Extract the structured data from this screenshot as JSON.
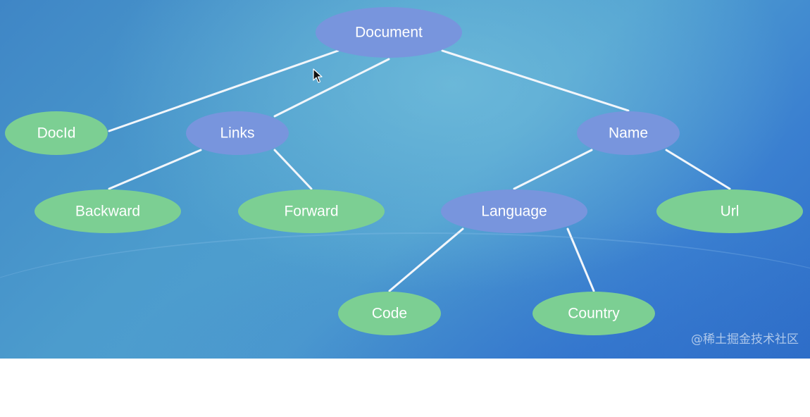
{
  "diagram": {
    "nodes": [
      {
        "id": "document",
        "label": "Document",
        "kind": "composite"
      },
      {
        "id": "docid",
        "label": "DocId",
        "kind": "leaf"
      },
      {
        "id": "links",
        "label": "Links",
        "kind": "composite"
      },
      {
        "id": "name",
        "label": "Name",
        "kind": "composite"
      },
      {
        "id": "backward",
        "label": "Backward",
        "kind": "leaf"
      },
      {
        "id": "forward",
        "label": "Forward",
        "kind": "leaf"
      },
      {
        "id": "language",
        "label": "Language",
        "kind": "composite"
      },
      {
        "id": "url",
        "label": "Url",
        "kind": "leaf"
      },
      {
        "id": "code",
        "label": "Code",
        "kind": "leaf"
      },
      {
        "id": "country",
        "label": "Country",
        "kind": "leaf"
      }
    ],
    "edges": [
      [
        "document",
        "docid"
      ],
      [
        "document",
        "links"
      ],
      [
        "document",
        "name"
      ],
      [
        "links",
        "backward"
      ],
      [
        "links",
        "forward"
      ],
      [
        "name",
        "language"
      ],
      [
        "name",
        "url"
      ],
      [
        "language",
        "code"
      ],
      [
        "language",
        "country"
      ]
    ],
    "colors": {
      "composite": "#7895dd",
      "leaf": "#7ccf93",
      "edge": "#f2f6fb"
    }
  },
  "watermark": "@稀土掘金技术社区"
}
